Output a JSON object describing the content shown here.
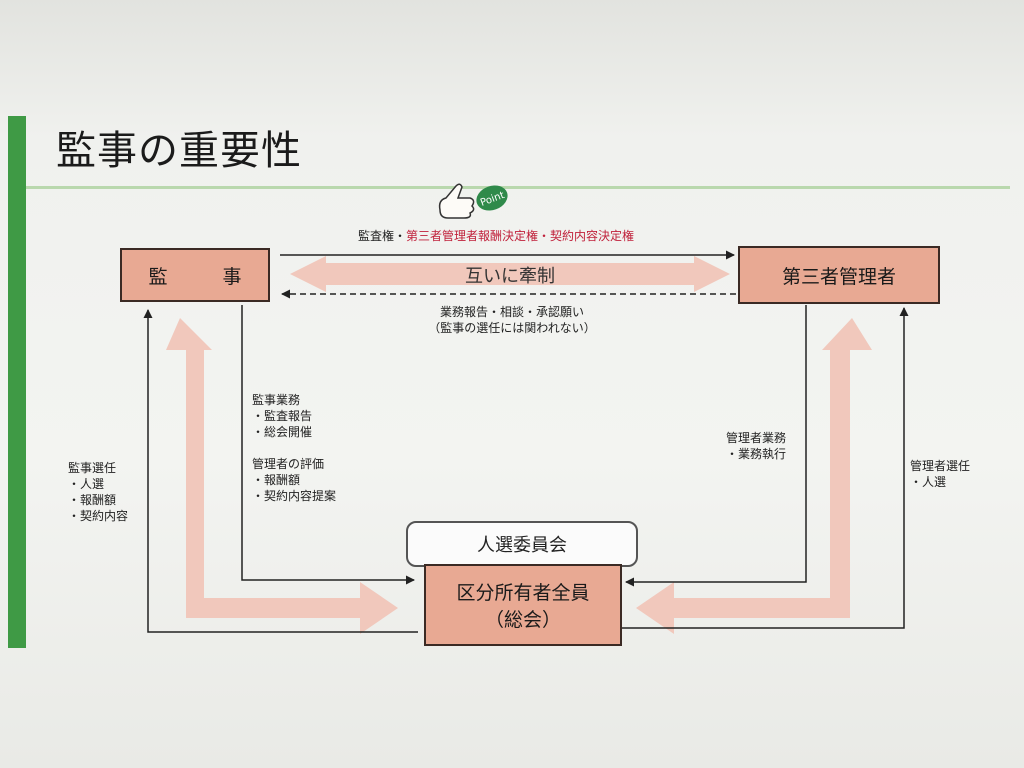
{
  "title": "監事の重要性",
  "point_badge": "Point",
  "boxes": {
    "auditor": "監　事",
    "manager": "第三者管理者",
    "committee": "人選委員会",
    "owners_line1": "区分所有者全員",
    "owners_line2": "（総会）"
  },
  "mutual_check": "互いに牽制",
  "top_rights": {
    "plain": "監査権・",
    "highlight": "第三者管理者報酬決定権・契約内容決定権"
  },
  "report_lines": [
    "業務報告・相談・承認願い",
    "（監事の選任には関われない）"
  ],
  "audit_tasks": [
    "監事業務",
    "・監査報告",
    "・総会開催"
  ],
  "manager_eval": [
    "管理者の評価",
    "・報酬額",
    "・契約内容提案"
  ],
  "auditor_selection": [
    "監事選任",
    "・人選",
    "・報酬額",
    "・契約内容"
  ],
  "manager_tasks": [
    "管理者業務",
    "・業務執行"
  ],
  "manager_selection": [
    "管理者選任",
    "・人選"
  ],
  "colors": {
    "box_fill": "#e8a993",
    "arrow_fill": "#f1c8bc",
    "highlight_text": "#c0203a",
    "accent_bar": "#3f9a45"
  }
}
